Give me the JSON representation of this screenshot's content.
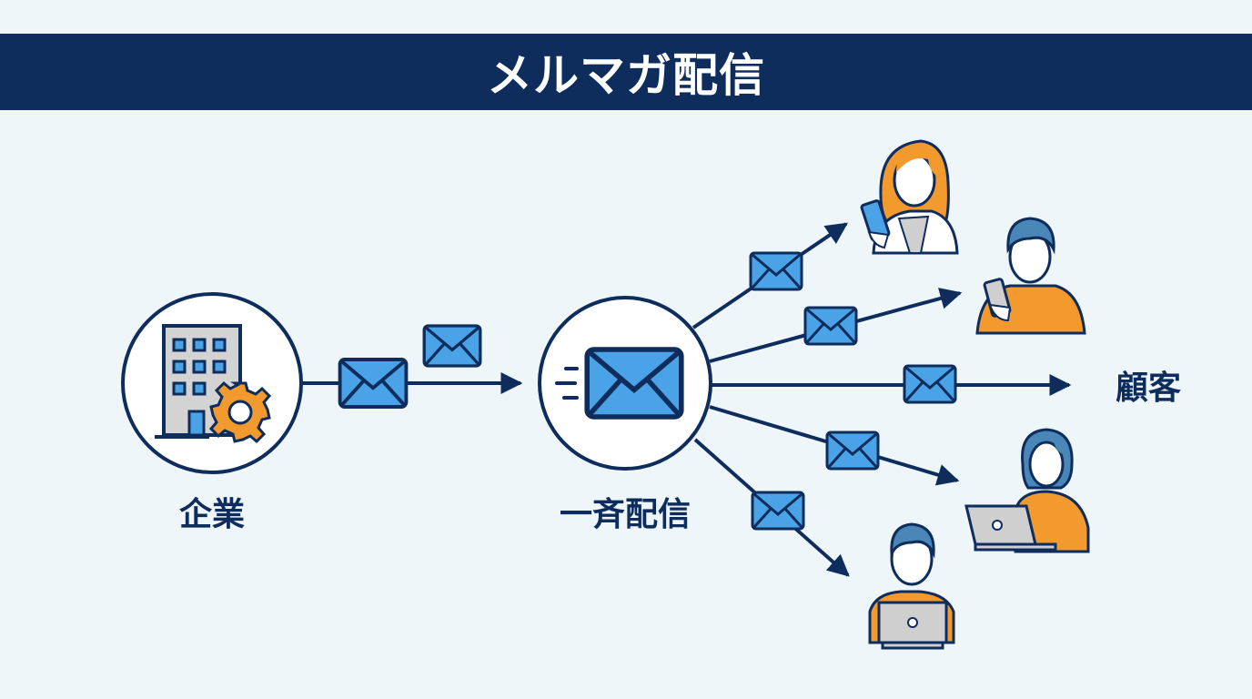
{
  "title": "メルマガ配信",
  "nodes": {
    "company": {
      "label": "企業",
      "icon": "building-gear-icon"
    },
    "broadcast": {
      "label": "一斉配信",
      "icon": "envelope-icon"
    },
    "customers": {
      "label": "顧客"
    }
  },
  "customers": [
    {
      "name": "woman-with-smartphone",
      "device": "smartphone",
      "hair": "orange"
    },
    {
      "name": "man-with-smartphone",
      "device": "smartphone",
      "hair": "blue"
    },
    {
      "name": "woman-with-laptop",
      "device": "laptop",
      "hair": "blue"
    },
    {
      "name": "man-with-laptop",
      "device": "laptop",
      "hair": "blue"
    }
  ],
  "colors": {
    "navy": "#0e2d5c",
    "envelope_blue": "#4aa3e6",
    "orange": "#f29a2e",
    "background": "#eef6fa",
    "gray": "#d0d0d0"
  }
}
